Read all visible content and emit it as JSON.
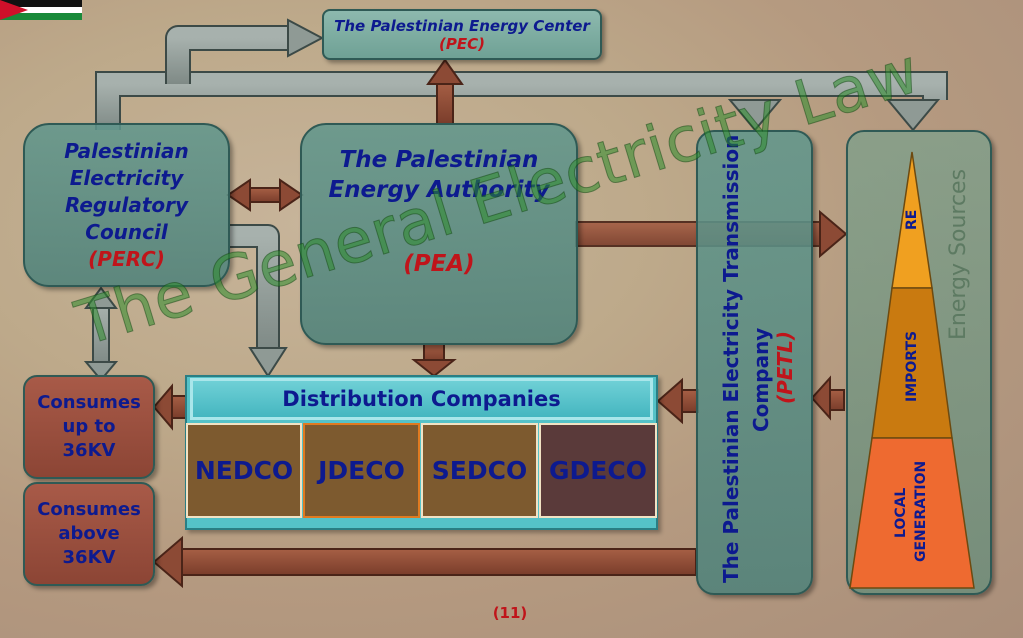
{
  "pec": {
    "title": "The Palestinian Energy Center",
    "abbr": "(PEC)"
  },
  "perc": {
    "line1": "Palestinian",
    "line2": "Electricity",
    "line3": "Regulatory",
    "line4": "Council",
    "abbr": "(PERC)"
  },
  "pea": {
    "line1": "The Palestinian",
    "line2": "Energy Authority",
    "abbr": "(PEA)"
  },
  "petl": {
    "line1": "The Palestinian Electricity Transmission",
    "line2": "Company",
    "abbr": "(PETL)"
  },
  "energy_sources": {
    "title": "Energy Sources",
    "re": "RE",
    "imports": "IMPORTS",
    "local_line1": "LOCAL",
    "local_line2": "GENERATION"
  },
  "consumes_low": {
    "line1": "Consumes",
    "line2": "up to",
    "line3": "36KV"
  },
  "consumes_high": {
    "line1": "Consumes",
    "line2": "above",
    "line3": "36KV"
  },
  "distribution": {
    "title": "Distribution Companies",
    "companies": [
      "NEDCO",
      "JDECO",
      "SEDCO",
      "GDECO"
    ]
  },
  "watermark": "The General Electricity Law",
  "page_number": "(11)",
  "colors": {
    "box_teal": "#5f968c",
    "title_blue": "#0d1a8f",
    "abbr_red": "#c0141a",
    "arrow_brown": "#8c4a35",
    "arrow_gray": "#8f9a95",
    "watermark_green": "#2f8a2c",
    "re_orange": "#f0a020",
    "imports_orange": "#c97a10",
    "local_orange": "#ee6a30"
  }
}
